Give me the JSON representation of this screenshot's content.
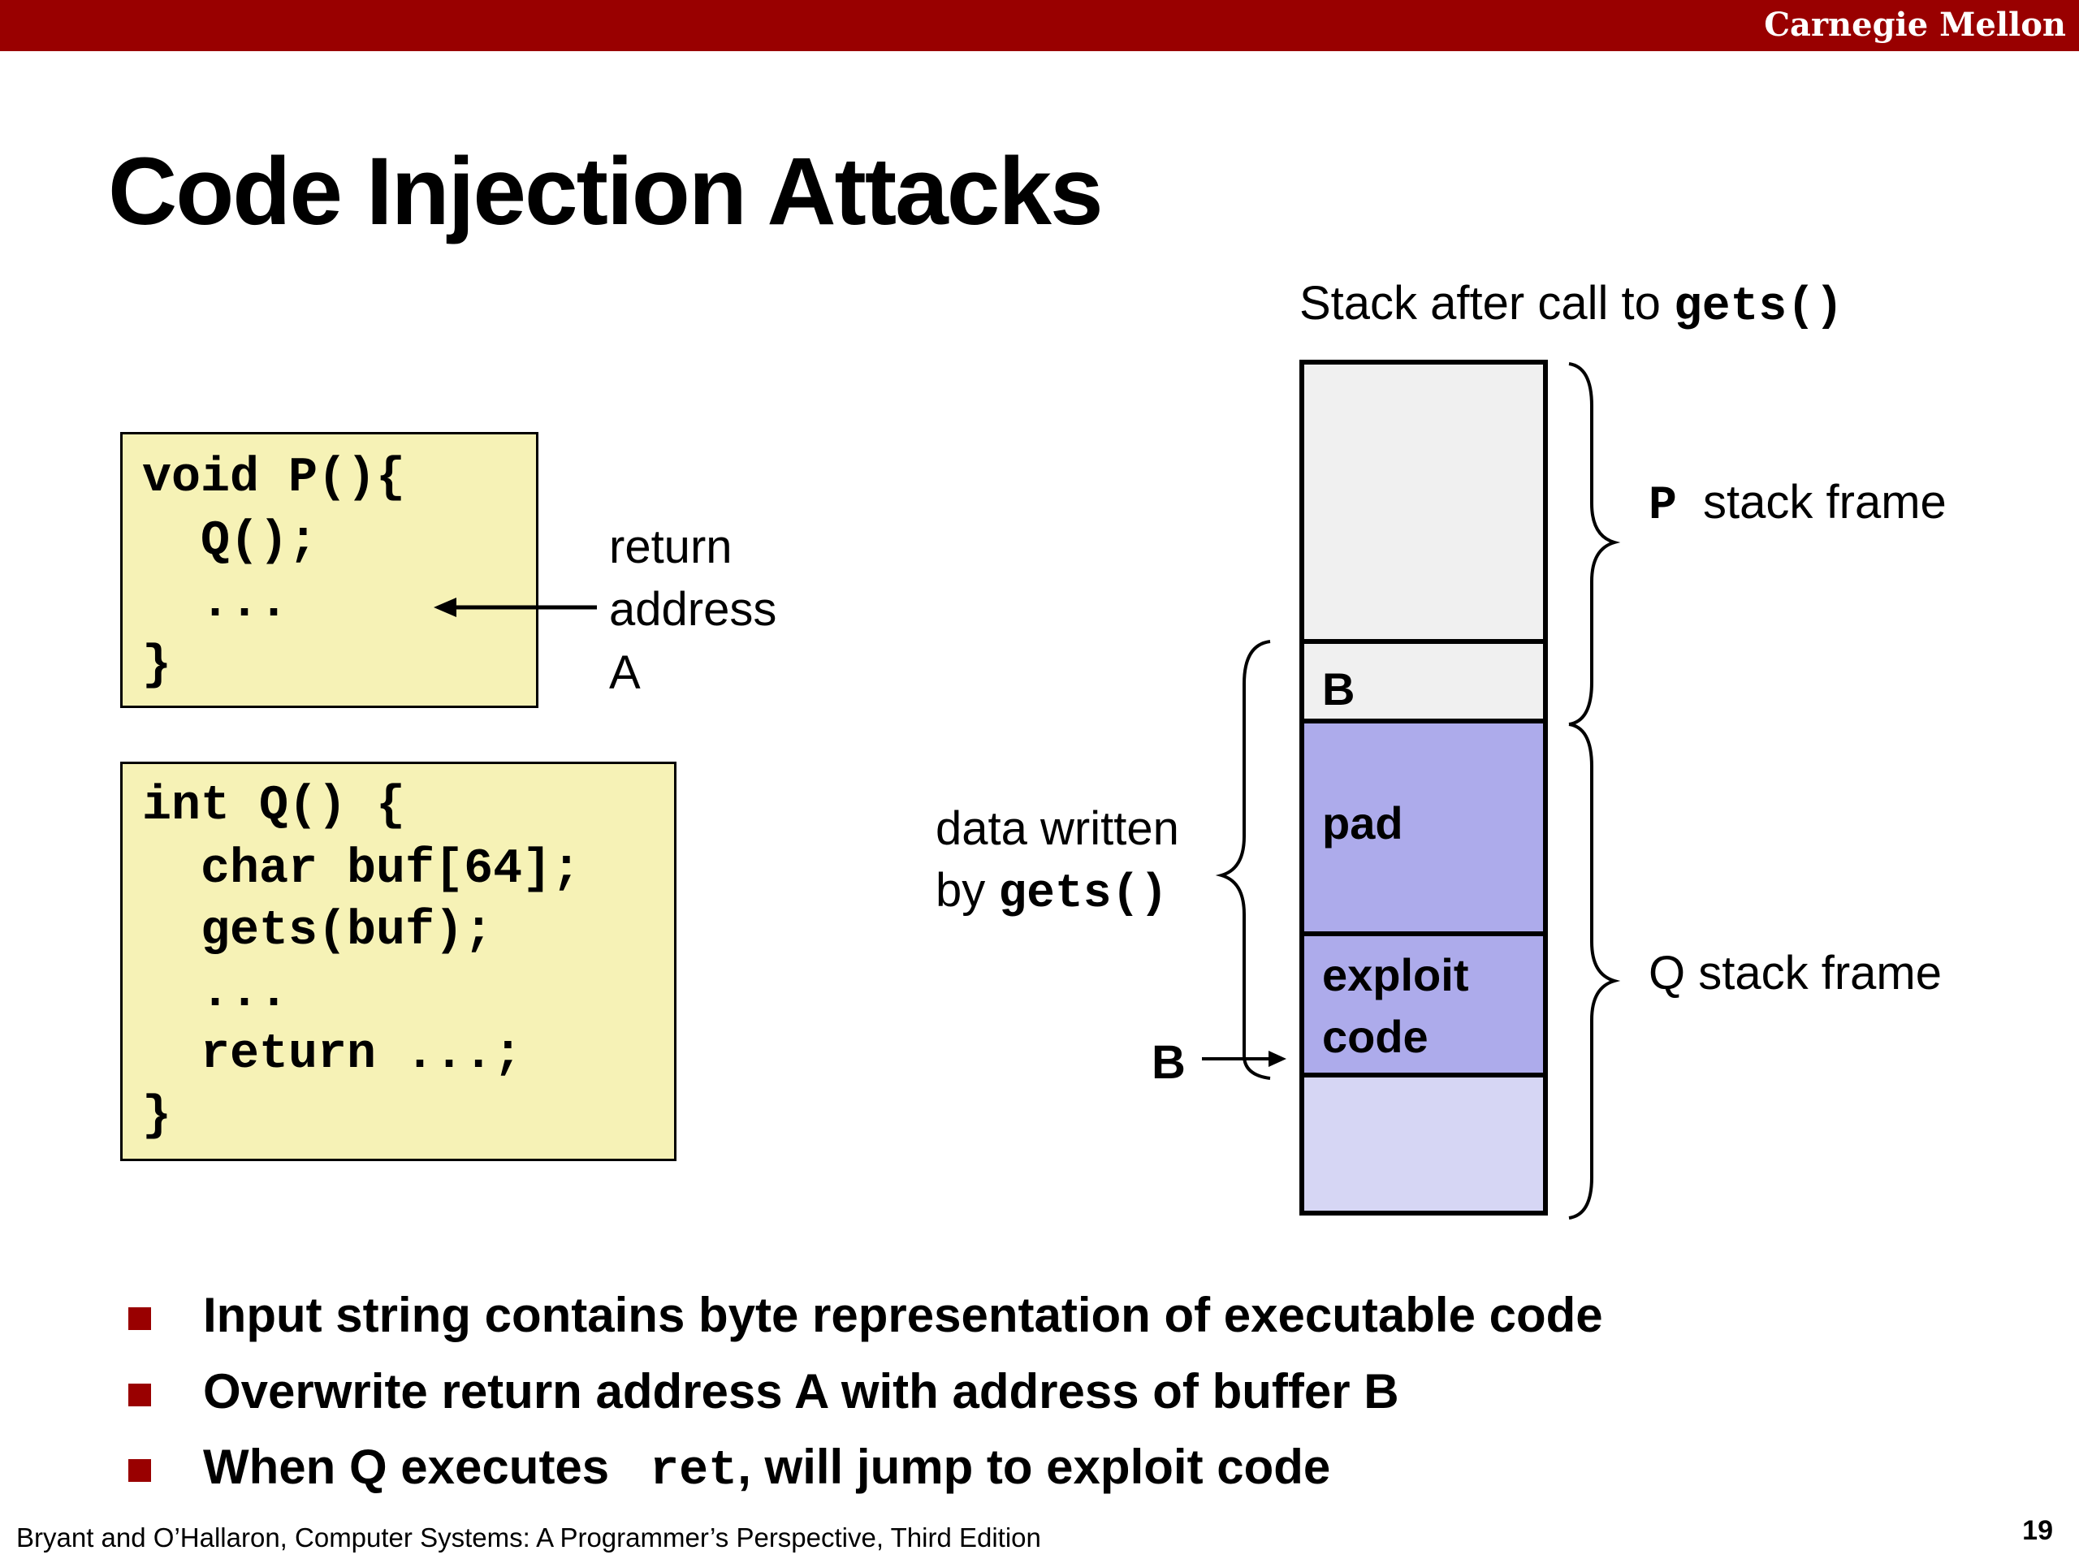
{
  "header": {
    "brand": "Carnegie Mellon"
  },
  "title": "Code Injection Attacks",
  "code_p": {
    "lines": [
      "void P(){",
      "  Q();",
      "  ...",
      "}"
    ]
  },
  "return_address_label": [
    "return",
    "address",
    "A"
  ],
  "code_q": {
    "lines": [
      "int Q() {",
      "  char buf[64];",
      "  gets(buf);",
      "  ...",
      "  return ...;",
      "}"
    ]
  },
  "stack": {
    "caption_prefix": "Stack after call to ",
    "caption_code": "gets()",
    "segments": [
      {
        "label": "",
        "color": "#f0f0f0"
      },
      {
        "label": "B",
        "color": "#f0f0f0"
      },
      {
        "label": "pad",
        "color": "#adabeb"
      },
      {
        "label": "exploit\ncode",
        "color": "#adabeb"
      },
      {
        "label": "",
        "color": "#d6d6f4"
      }
    ],
    "p_frame_code": "P",
    "p_frame_label": "stack frame",
    "q_frame_label": "Q stack frame",
    "data_written_line1": "data written",
    "data_written_prefix": "by ",
    "data_written_code": "gets()",
    "b_pointer": "B"
  },
  "bullets": [
    {
      "text": "Input string contains byte representation of executable code"
    },
    {
      "text": "Overwrite return address A with address of buffer B"
    },
    {
      "prefix": "When Q executes ",
      "code": "ret",
      "suffix": ", will jump to exploit code"
    }
  ],
  "footer": "Bryant and O’Hallaron, Computer Systems: A Programmer’s Perspective, Third Edition",
  "page_number": "19",
  "colors": {
    "brand_bar": "#990000",
    "code_box": "#f6f2b6",
    "pad": "#adabeb",
    "exploit": "#adabeb",
    "stack_bottom": "#d6d6f4",
    "stack_top": "#f0f0f0"
  }
}
